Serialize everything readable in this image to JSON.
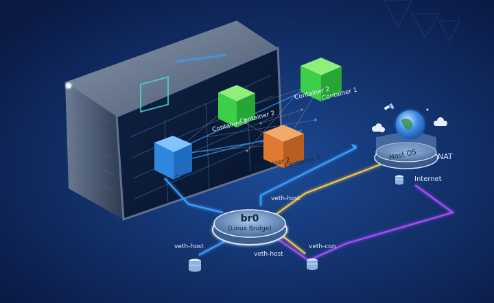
{
  "labels": {
    "container_1_front": "Container 1",
    "container_2_front": "Container 2",
    "container_2_mid": "Container 2",
    "container_2_right": "Container 2",
    "container_1_right": "Container 1",
    "container_2_low": "Container 2",
    "container_3": "Container 3",
    "bridge_name": "br0",
    "bridge_desc": "(Linux Bridge)",
    "veth_host_top": "veth-host",
    "veth_host_left": "veth-host",
    "veth_host_bottom": "veth-host",
    "veth_con": "veth-con",
    "host_os": "Host OS",
    "nat": "NAT",
    "internet": "Internet"
  },
  "icons": [
    "server-icon",
    "cloud-icon",
    "satellite-icon",
    "globe-icon",
    "database-icon"
  ],
  "colors": {
    "background": "#0b1f4d",
    "blue": "#3aa0ff",
    "green": "#3ecf4a",
    "orange": "#e07a32",
    "yellow": "#f2c84b",
    "purple": "#b04cff",
    "text": "#e6eefc"
  }
}
